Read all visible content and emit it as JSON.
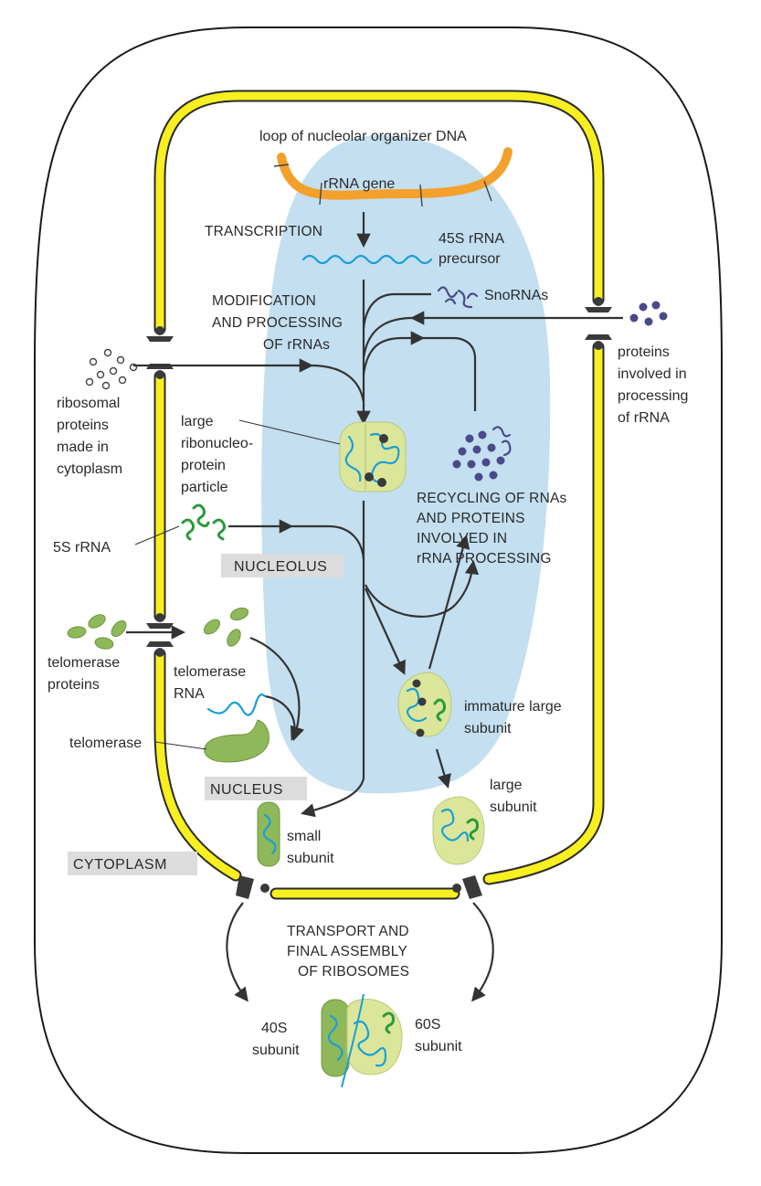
{
  "colors": {
    "membrane": "#f7ef1f",
    "nucleolus": "#c3dff0",
    "dna_loop": "#f3a12c",
    "rna": "#1a9fd8",
    "five_s_rna": "#2a9a3a",
    "particle": "#dbe69b",
    "protein": "#8fb85a",
    "snorna": "#4a4a8a"
  },
  "labels": {
    "dna_loop": "loop of nucleolar organizer DNA",
    "rrna_gene": "rRNA gene",
    "transcription": "TRANSCRIPTION",
    "precursor_1": "45S rRNA",
    "precursor_2": "precursor",
    "modification_1": "MODIFICATION",
    "modification_2": "AND PROCESSING",
    "modification_3": "OF rRNAs",
    "snornas": "SnoRNAs",
    "proc_proteins_1": "proteins",
    "proc_proteins_2": "involved in",
    "proc_proteins_3": "processing",
    "proc_proteins_4": "of rRNA",
    "ribo_proteins_1": "ribosomal",
    "ribo_proteins_2": "proteins",
    "ribo_proteins_3": "made in",
    "ribo_proteins_4": "cytoplasm",
    "large_rnp_1": "large",
    "large_rnp_2": "ribonucleo-",
    "large_rnp_3": "protein",
    "large_rnp_4": "particle",
    "recycling_1": "RECYCLING OF RNAs",
    "recycling_2": "AND PROTEINS",
    "recycling_3": "INVOLVED IN",
    "recycling_4": "rRNA PROCESSING",
    "five_s": "5S rRNA",
    "nucleolus": "NUCLEOLUS",
    "telomerase_proteins_1": "telomerase",
    "telomerase_proteins_2": "proteins",
    "telomerase_rna_1": "telomerase",
    "telomerase_rna_2": "RNA",
    "telomerase": "telomerase",
    "immature_1": "immature large",
    "immature_2": "subunit",
    "nucleus": "NUCLEUS",
    "large_subunit_1": "large",
    "large_subunit_2": "subunit",
    "small_subunit_1": "small",
    "small_subunit_2": "subunit",
    "cytoplasm": "CYTOPLASM",
    "transport_1": "TRANSPORT AND",
    "transport_2": "FINAL ASSEMBLY",
    "transport_3": "OF RIBOSOMES",
    "forty_s_1": "40S",
    "forty_s_2": "subunit",
    "sixty_s_1": "60S",
    "sixty_s_2": "subunit"
  }
}
